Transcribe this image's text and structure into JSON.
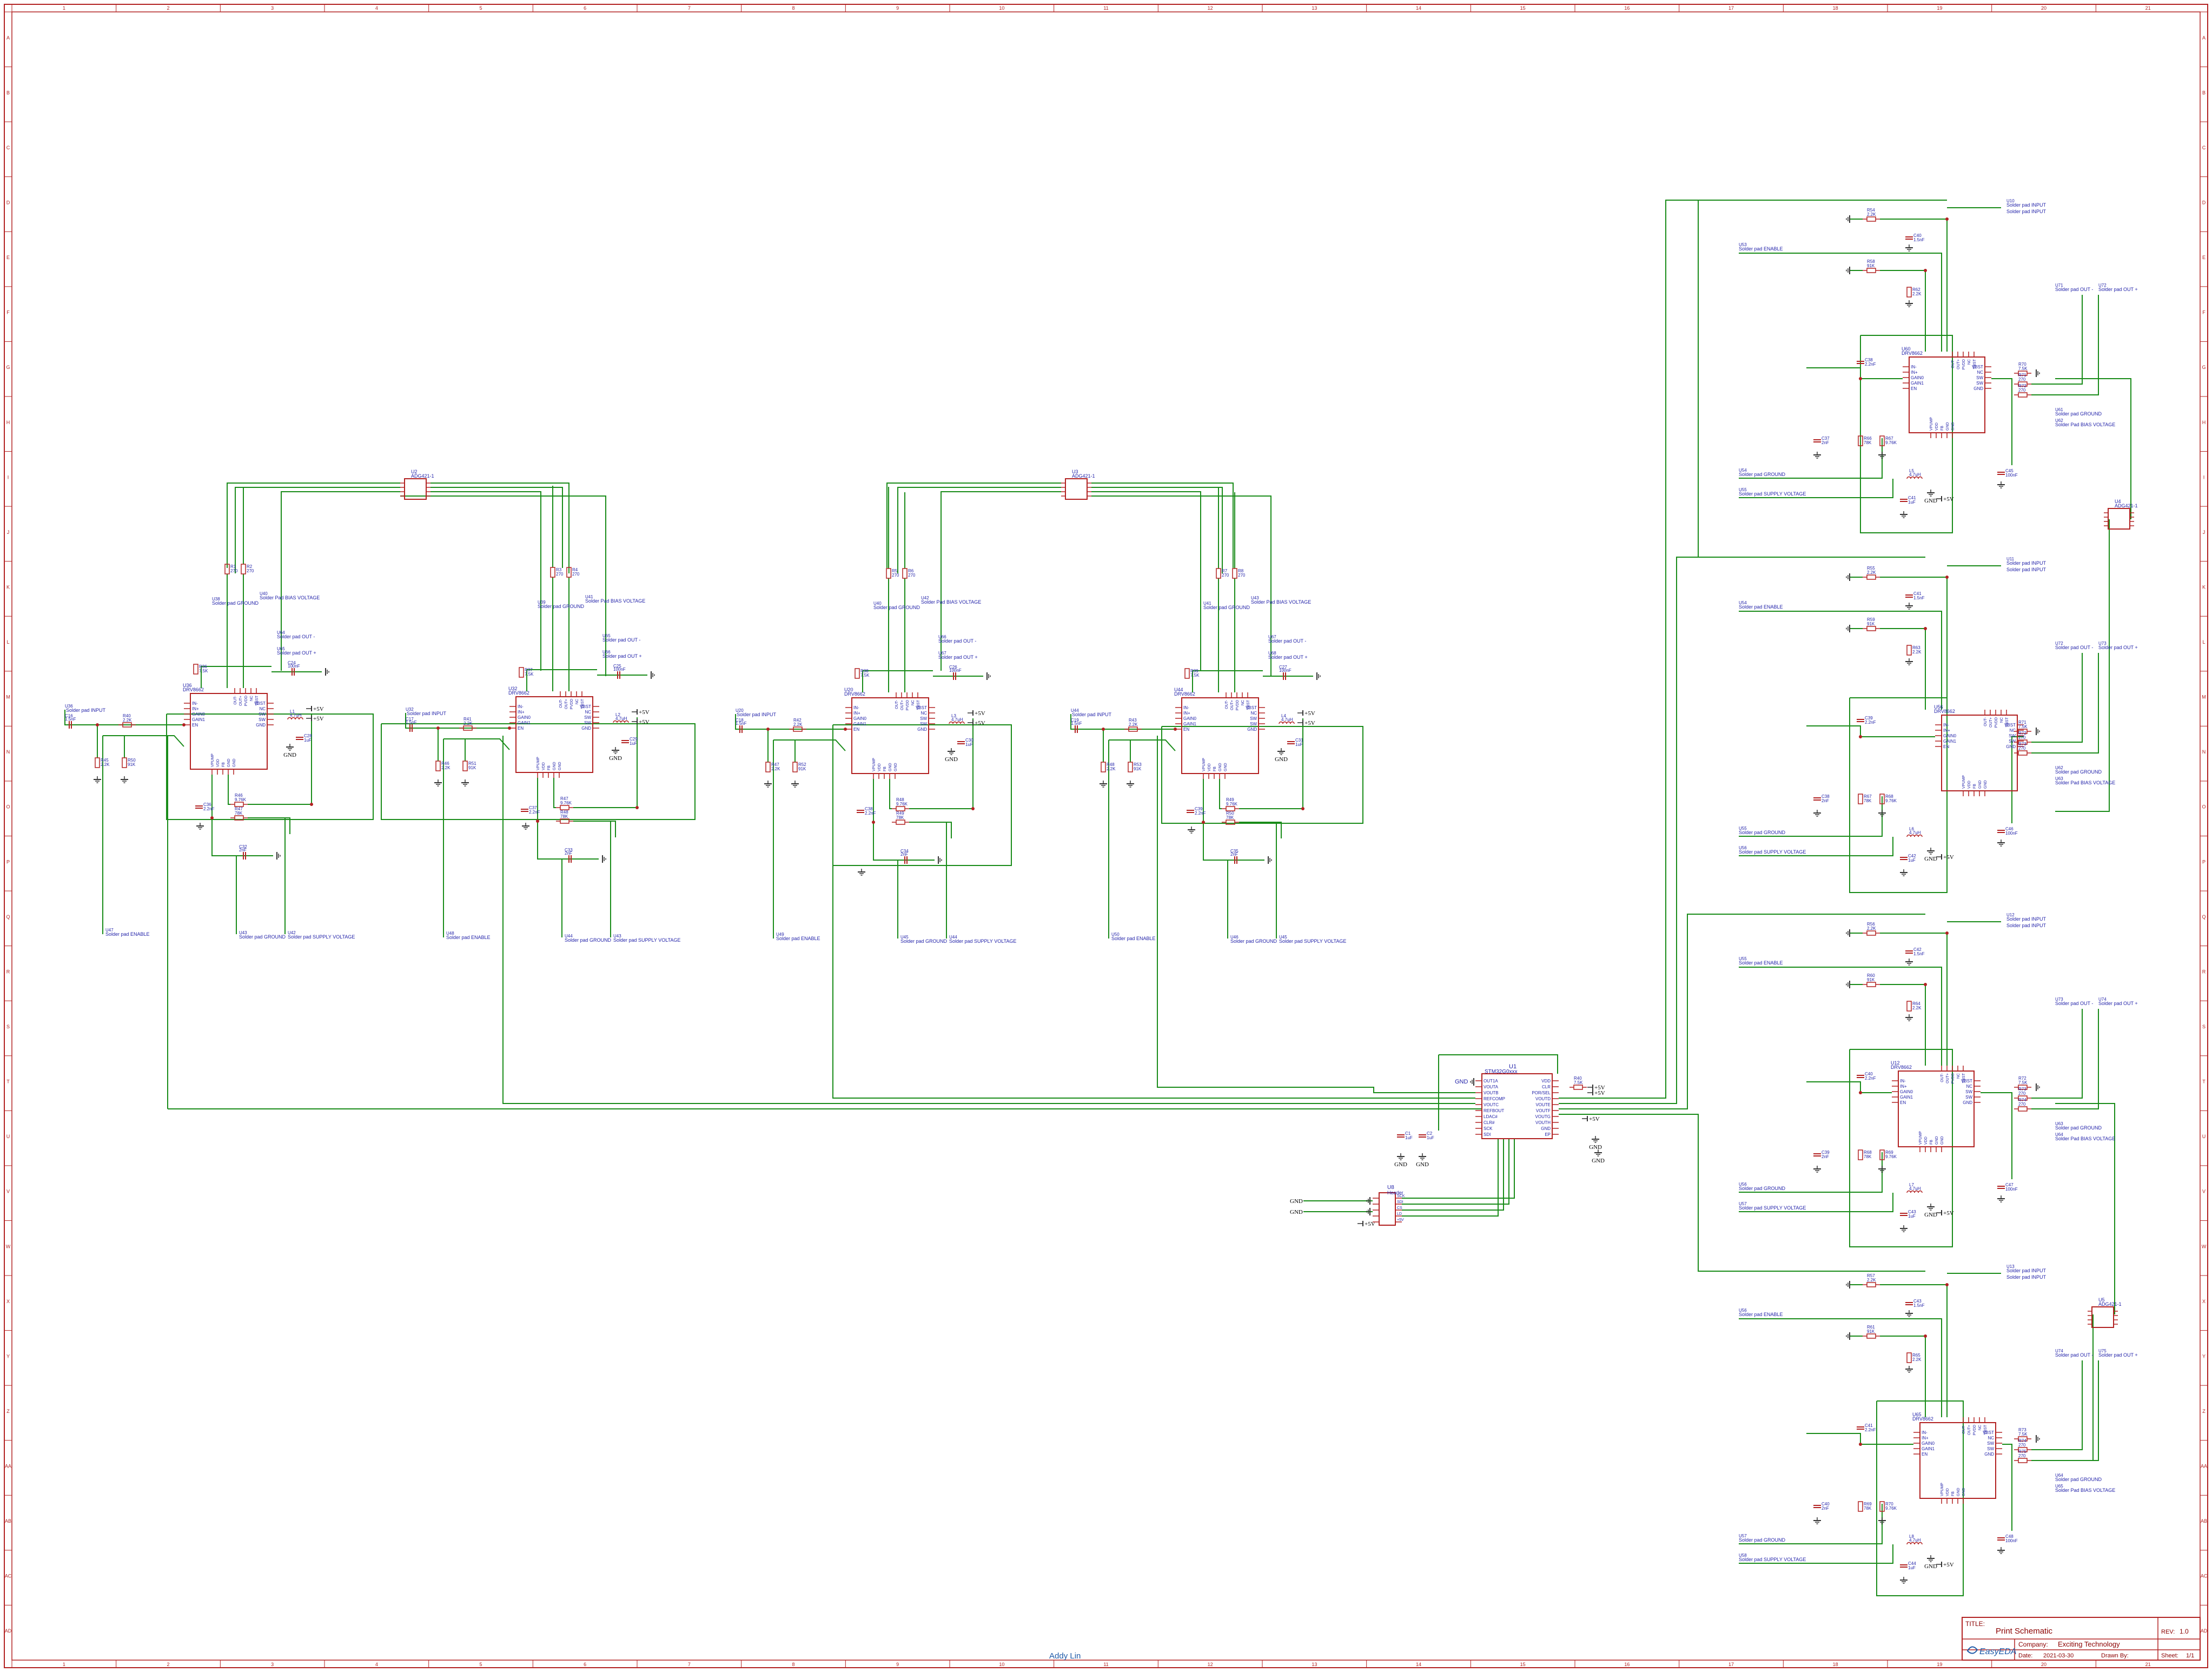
{
  "title_block": {
    "title_label": "TITLE:",
    "title_value": "Print Schematic",
    "rev_label": "REV:",
    "rev_value": "1.0",
    "company_label": "Company:",
    "company_value": "Exciting Technology",
    "date_label": "Date:",
    "date_value": "2021-03-30",
    "drawn_label": "Drawn By:",
    "sheet_label": "Sheet:",
    "sheet_value": "1/1",
    "logo_text": "EasyEDA"
  },
  "author": "Addy Lin",
  "colors": {
    "frame": "#b22222",
    "wire": "#1a8c1a",
    "component": "#b22222",
    "label": "#1f1fa8",
    "pin_text": "#1f1fa8",
    "title_text": "#8b0000",
    "logo": "#1e5aa8"
  },
  "frame_columns": [
    "1",
    "2",
    "3",
    "4",
    "5",
    "6",
    "7",
    "8",
    "9",
    "10",
    "11",
    "12",
    "13",
    "14",
    "15",
    "16",
    "17",
    "18",
    "19",
    "20",
    "21"
  ],
  "frame_rows": [
    "A",
    "B",
    "C",
    "D",
    "E",
    "F",
    "G",
    "H",
    "I",
    "J",
    "K",
    "L",
    "M",
    "N",
    "O",
    "P",
    "Q",
    "R",
    "S",
    "T",
    "U",
    "V",
    "W",
    "X",
    "Y",
    "Z",
    "AA",
    "AB",
    "AC",
    "AD"
  ],
  "central_ic": {
    "ref": "U1",
    "part": "STM32G0xxx",
    "pins_left": [
      "OUT1A",
      "VOUTA",
      "VOUTB",
      "REFCOMP",
      "VOUTC",
      "REFBOUT",
      "LDAC#",
      "CLR#",
      "SCK",
      "SDI"
    ],
    "pins_right": [
      "VDD",
      "CLR",
      "POR/SEL",
      "VOUTD",
      "VOUTE",
      "VOUTF",
      "VOUTG",
      "VOUTH",
      "GND",
      "EP"
    ]
  },
  "connector": {
    "ref": "U8",
    "part": "Header",
    "pins": [
      "SCK",
      "SDI",
      "CS",
      "LD",
      "+5V"
    ]
  },
  "power": {
    "vcc": "+5V",
    "gnd": "GND"
  },
  "drivers": [
    {
      "ref": "U36",
      "part": "DRV8662",
      "mux": "U2",
      "mux_part": "ADG421-1"
    },
    {
      "ref": "U32",
      "part": "DRV8662",
      "mux": "U2",
      "mux_part": "ADG421-1"
    },
    {
      "ref": "U20",
      "part": "DRV8662",
      "mux": "U3",
      "mux_part": "ADG421-1"
    },
    {
      "ref": "U44",
      "part": "DRV8662",
      "mux": "U3",
      "mux_part": "ADG421-1"
    },
    {
      "ref": "U60",
      "part": "DRV8662",
      "mux": "U4",
      "mux_part": "ADG421-1"
    },
    {
      "ref": "U56",
      "part": "DRV8662",
      "mux": "U4",
      "mux_part": "ADG421-1"
    },
    {
      "ref": "U12",
      "part": "DRV8662",
      "mux": "U5",
      "mux_part": "ADG421-1"
    },
    {
      "ref": "U65",
      "part": "DRV8662",
      "mux": "U5",
      "mux_part": "ADG421-1"
    }
  ],
  "driver_pins": {
    "left": [
      "IN-",
      "IN+",
      "GAIN0",
      "GAIN1",
      "EN"
    ],
    "right": [
      "VBST",
      "NC",
      "SW",
      "SW",
      "GND"
    ],
    "bottom": [
      "VPUMP",
      "VDD",
      "FB",
      "GND",
      "GND"
    ],
    "top": [
      "OUT-",
      "OUT+",
      "PVDD",
      "NC",
      "VBST"
    ]
  },
  "pad_labels": {
    "input": "Solder pad INPUT",
    "enable": "Solder pad ENABLE",
    "ground": "Solder pad GROUND",
    "bias": "Solder Pad BIAS VOLTAGE",
    "supply": "Solder pad SUPPLY VOLTAGE",
    "out_minus": "Solder pad OUT -",
    "out_plus": "Solder pad OUT +"
  },
  "passives": {
    "r_gain": "2.2K",
    "r_en": "91K",
    "r_fb1": "7.5K",
    "r_fb2": "78K",
    "r_fb3": "9.76K",
    "r_out": "270",
    "r_rext": "7.5K",
    "c_in": "1.5nF",
    "c_out": "100nF",
    "c_pump": "2.2nF",
    "c_vdd": "1uF",
    "c_ldo": "2nF",
    "l_boost": "4.7uH"
  }
}
